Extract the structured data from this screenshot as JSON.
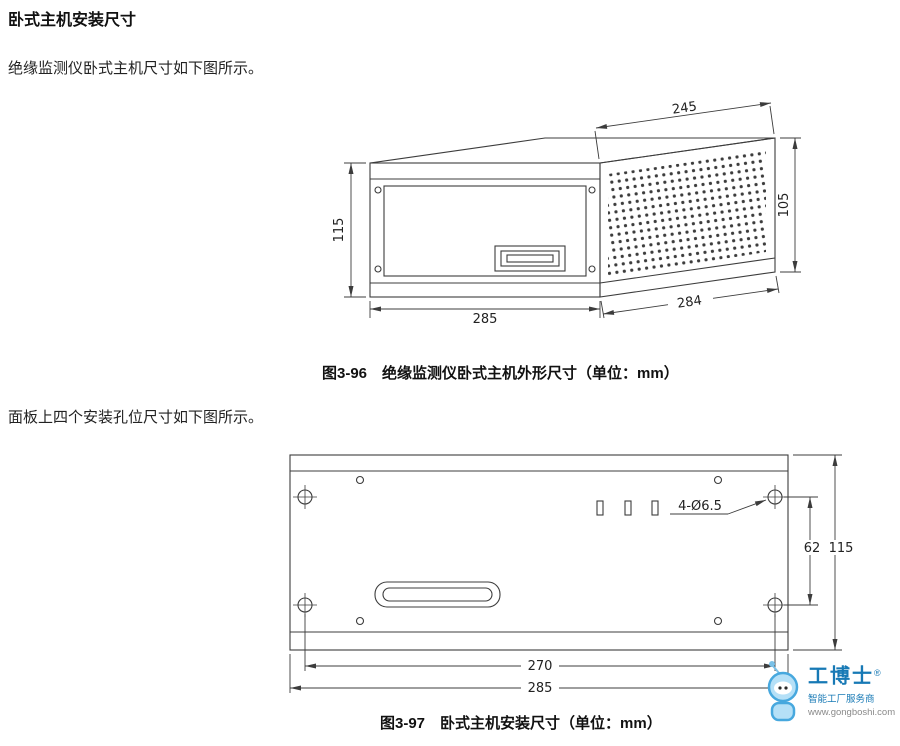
{
  "page": {
    "heading": "卧式主机安装尺寸",
    "intro1": "绝缘监测仪卧式主机尺寸如下图所示。",
    "intro2": "面板上四个安装孔位尺寸如下图所示。"
  },
  "figure1": {
    "caption": "图3-96　绝缘监测仪卧式主机外形尺寸（单位：mm）",
    "dimensions": {
      "top_depth": "245",
      "rear_height": "105",
      "front_height": "115",
      "front_width": "285",
      "side_depth": "284"
    }
  },
  "figure2": {
    "caption": "图3-97　卧式主机安装尺寸（单位：mm）",
    "dimensions": {
      "holes": "4-Ø6.5",
      "hole_vertical_spacing": "62",
      "panel_height": "115",
      "hole_horizontal_spacing": "270",
      "panel_width": "285"
    }
  },
  "watermark": {
    "brand": "工博士",
    "registered": "®",
    "tagline": "智能工厂服务商",
    "website": "www.gongboshi.com"
  }
}
